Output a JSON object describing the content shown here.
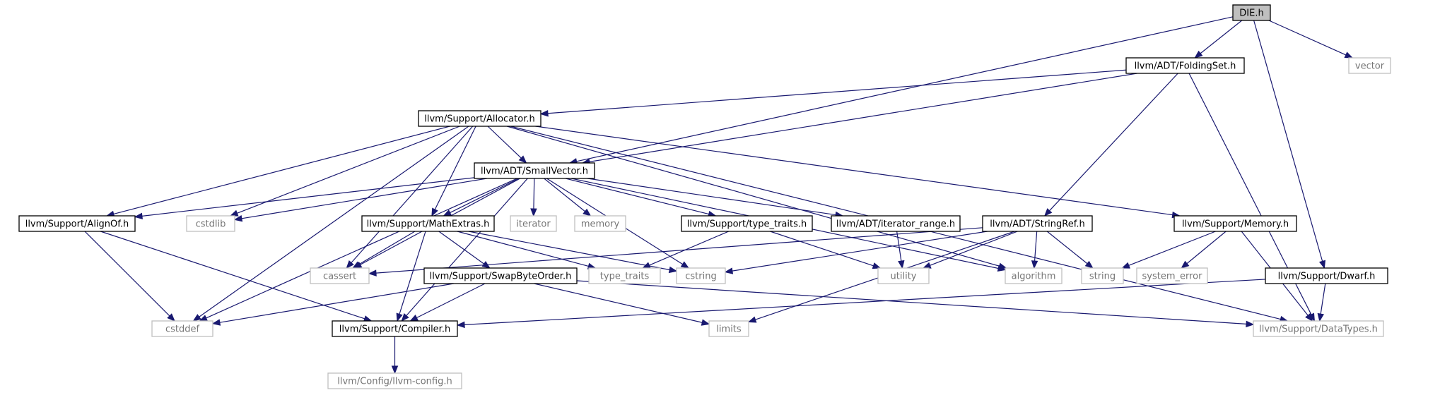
{
  "graph": {
    "colors": {
      "edge": "#191970",
      "main_fill": "#bfbfbf",
      "external_border": "#bfbfbf",
      "external_text": "#757575"
    },
    "nodes": {
      "die": {
        "label": "DIE.h",
        "kind": "main"
      },
      "vector": {
        "label": "vector",
        "kind": "external"
      },
      "foldingset": {
        "label": "llvm/ADT/FoldingSet.h",
        "kind": "documented"
      },
      "allocator": {
        "label": "llvm/Support/Allocator.h",
        "kind": "documented"
      },
      "smallvector": {
        "label": "llvm/ADT/SmallVector.h",
        "kind": "documented"
      },
      "alignof": {
        "label": "llvm/Support/AlignOf.h",
        "kind": "documented"
      },
      "cstdlib": {
        "label": "cstdlib",
        "kind": "external"
      },
      "mathextras": {
        "label": "llvm/Support/MathExtras.h",
        "kind": "documented"
      },
      "iterator": {
        "label": "iterator",
        "kind": "external"
      },
      "memory": {
        "label": "memory",
        "kind": "external"
      },
      "typetraits_h": {
        "label": "llvm/Support/type_traits.h",
        "kind": "documented"
      },
      "iterator_range": {
        "label": "llvm/ADT/iterator_range.h",
        "kind": "documented"
      },
      "stringref": {
        "label": "llvm/ADT/StringRef.h",
        "kind": "documented"
      },
      "support_memory": {
        "label": "llvm/Support/Memory.h",
        "kind": "documented"
      },
      "cassert": {
        "label": "cassert",
        "kind": "external"
      },
      "type_traits": {
        "label": "type_traits",
        "kind": "external"
      },
      "cstring": {
        "label": "cstring",
        "kind": "external"
      },
      "utility": {
        "label": "utility",
        "kind": "external"
      },
      "algorithm": {
        "label": "algorithm",
        "kind": "external"
      },
      "string": {
        "label": "string",
        "kind": "external"
      },
      "system_error": {
        "label": "system_error",
        "kind": "external"
      },
      "swapbyteorder": {
        "label": "llvm/Support/SwapByteOrder.h",
        "kind": "documented"
      },
      "dwarf": {
        "label": "llvm/Support/Dwarf.h",
        "kind": "documented"
      },
      "cstddef": {
        "label": "cstddef",
        "kind": "external"
      },
      "compiler": {
        "label": "llvm/Support/Compiler.h",
        "kind": "documented"
      },
      "limits": {
        "label": "limits",
        "kind": "external"
      },
      "datatypes": {
        "label": "llvm/Support/DataTypes.h",
        "kind": "external"
      },
      "llvmconfig": {
        "label": "llvm/Config/llvm-config.h",
        "kind": "external"
      }
    },
    "edges": [
      [
        "die",
        "foldingset"
      ],
      [
        "die",
        "smallvector"
      ],
      [
        "die",
        "vector"
      ],
      [
        "die",
        "dwarf"
      ],
      [
        "foldingset",
        "allocator"
      ],
      [
        "foldingset",
        "smallvector"
      ],
      [
        "foldingset",
        "stringref"
      ],
      [
        "foldingset",
        "datatypes"
      ],
      [
        "allocator",
        "smallvector"
      ],
      [
        "allocator",
        "alignof"
      ],
      [
        "allocator",
        "mathextras"
      ],
      [
        "allocator",
        "cstdlib"
      ],
      [
        "allocator",
        "cassert"
      ],
      [
        "allocator",
        "cstddef"
      ],
      [
        "allocator",
        "algorithm"
      ],
      [
        "allocator",
        "support_memory"
      ],
      [
        "allocator",
        "datatypes"
      ],
      [
        "smallvector",
        "alignof"
      ],
      [
        "smallvector",
        "cstdlib"
      ],
      [
        "smallvector",
        "mathextras"
      ],
      [
        "smallvector",
        "iterator"
      ],
      [
        "smallvector",
        "memory"
      ],
      [
        "smallvector",
        "typetraits_h"
      ],
      [
        "smallvector",
        "iterator_range"
      ],
      [
        "smallvector",
        "cassert"
      ],
      [
        "smallvector",
        "cstddef"
      ],
      [
        "smallvector",
        "cstring"
      ],
      [
        "smallvector",
        "compiler"
      ],
      [
        "smallvector",
        "algorithm"
      ],
      [
        "alignof",
        "cstddef"
      ],
      [
        "alignof",
        "compiler"
      ],
      [
        "mathextras",
        "cassert"
      ],
      [
        "mathextras",
        "type_traits"
      ],
      [
        "mathextras",
        "cstring"
      ],
      [
        "mathextras",
        "swapbyteorder"
      ],
      [
        "mathextras",
        "compiler"
      ],
      [
        "typetraits_h",
        "type_traits"
      ],
      [
        "typetraits_h",
        "utility"
      ],
      [
        "iterator_range",
        "utility"
      ],
      [
        "stringref",
        "cassert"
      ],
      [
        "stringref",
        "cstring"
      ],
      [
        "stringref",
        "utility"
      ],
      [
        "stringref",
        "algorithm"
      ],
      [
        "stringref",
        "string"
      ],
      [
        "stringref",
        "limits"
      ],
      [
        "support_memory",
        "string"
      ],
      [
        "support_memory",
        "system_error"
      ],
      [
        "support_memory",
        "datatypes"
      ],
      [
        "swapbyteorder",
        "cstddef"
      ],
      [
        "swapbyteorder",
        "compiler"
      ],
      [
        "swapbyteorder",
        "limits"
      ],
      [
        "swapbyteorder",
        "datatypes"
      ],
      [
        "dwarf",
        "compiler"
      ],
      [
        "dwarf",
        "datatypes"
      ],
      [
        "compiler",
        "llvmconfig"
      ]
    ]
  }
}
